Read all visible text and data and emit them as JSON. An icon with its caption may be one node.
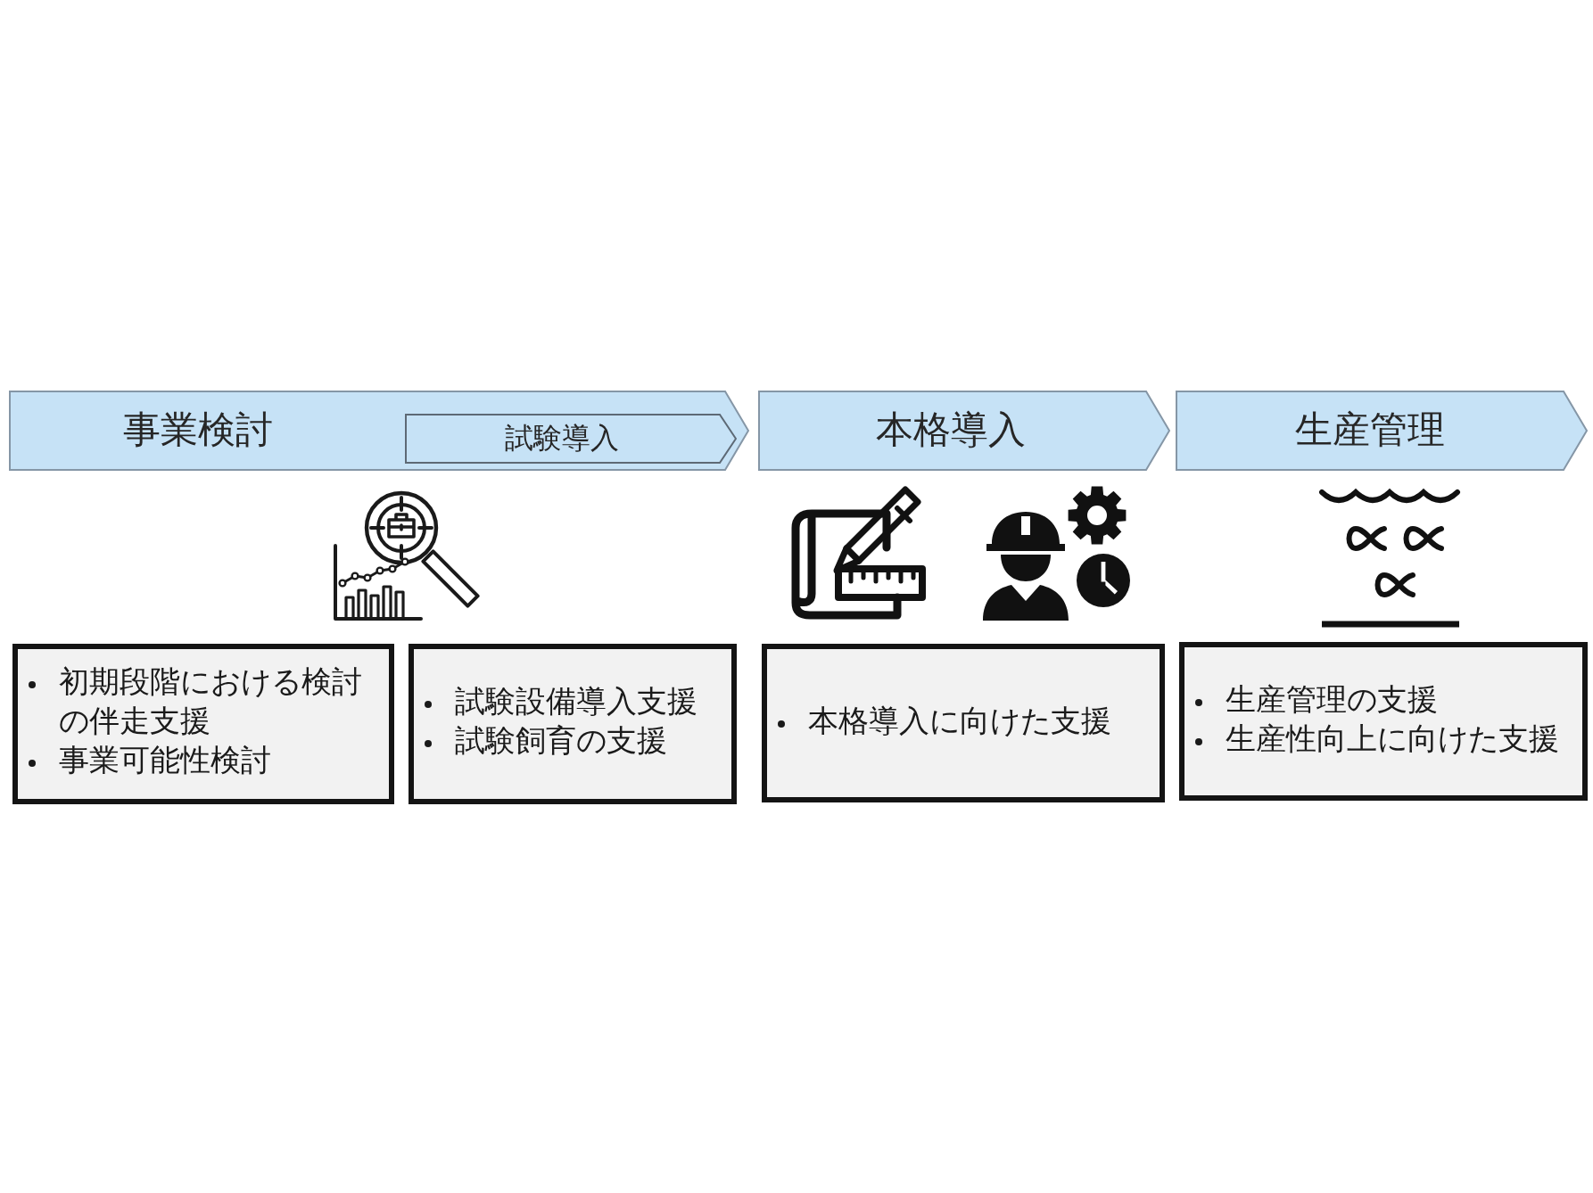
{
  "diagram": {
    "nodes": [
      {
        "text": [
          "事業検討"
        ]
      },
      {
        "text": [
          "試験導入"
        ],
        "in": 0
      },
      {
        "text": [
          "本格導入"
        ]
      },
      {
        "text": [
          "生産管理"
        ]
      },
      {
        "text": [
          "初期段階における検討の伴走支援",
          "事業可能性検討"
        ]
      },
      {
        "text": [
          "試験設備導入支援",
          "試験飼育の支援"
        ]
      },
      {
        "text": [
          "本格導入に向けた支援"
        ]
      },
      {
        "text": [
          "生産管理の支援",
          "生産性向上に向けた支援"
        ]
      }
    ]
  }
}
